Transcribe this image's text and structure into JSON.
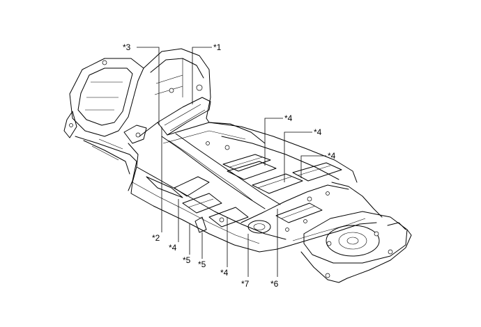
{
  "callouts": [
    {
      "id": "c1",
      "label": "*1"
    },
    {
      "id": "c2",
      "label": "*2"
    },
    {
      "id": "c3",
      "label": "*3"
    },
    {
      "id": "c4a",
      "label": "*4"
    },
    {
      "id": "c4b",
      "label": "*4"
    },
    {
      "id": "c4c",
      "label": "*4"
    },
    {
      "id": "c4d",
      "label": "*4"
    },
    {
      "id": "c4e",
      "label": "*4"
    },
    {
      "id": "c5a",
      "label": "*5"
    },
    {
      "id": "c5b",
      "label": "*5"
    },
    {
      "id": "c6",
      "label": "*6"
    },
    {
      "id": "c7",
      "label": "*7"
    }
  ]
}
